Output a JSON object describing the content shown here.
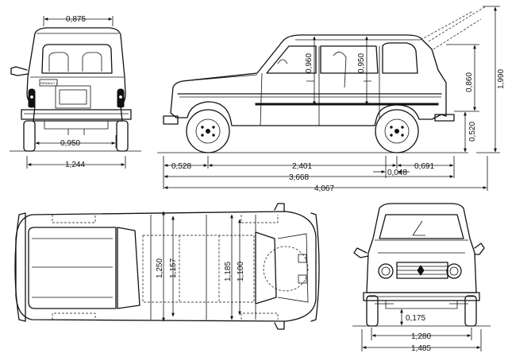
{
  "dimensions": {
    "rear_top_width": "0,875",
    "rear_track": "0,950",
    "rear_width": "1,244",
    "door_height_front": "0,960",
    "door_height_rear": "0,950",
    "cargo_opening_height": "0,860",
    "overall_height": "1,990",
    "floor_height": "0,520",
    "front_overhang": "0,528",
    "wheelbase": "2,401",
    "rear_overhang": "0,691",
    "wheelbase_diff": "0,048",
    "body_length": "3,668",
    "overall_length": "4,067",
    "plan_width_outer": "1,250",
    "plan_width_inner": "1,157",
    "plan_cabin_outer": "1,185",
    "plan_cabin_inner": "1,100",
    "ground_clearance": "0,175",
    "front_track": "1,280",
    "overall_width": "1,485"
  },
  "badge_text": "RENAULT 4",
  "colors": {
    "ink": "#111111",
    "paper": "#ffffff"
  }
}
